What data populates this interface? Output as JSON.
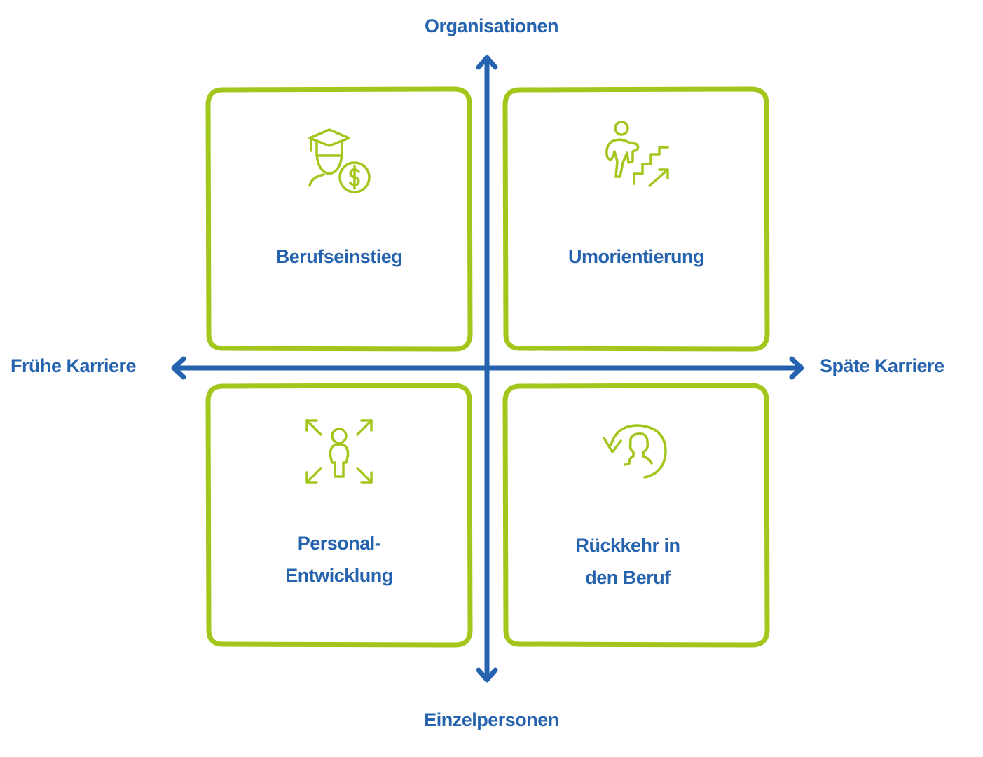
{
  "colors": {
    "axis": "#2563ae",
    "box": "#a3c61c",
    "text": "#2563ae",
    "icon": "#a3c61c"
  },
  "axes": {
    "top": "Organisationen",
    "bottom": "Einzelpersonen",
    "left": "Frühe Karriere",
    "right": "Späte Karriere"
  },
  "quadrants": [
    {
      "id": "top-left",
      "label": "Berufseinstieg",
      "icon": "graduate-money-icon"
    },
    {
      "id": "top-right",
      "label": "Umorientierung",
      "icon": "person-climbing-stairs-icon"
    },
    {
      "id": "bottom-left",
      "label_lines": [
        "Personal-",
        "Entwicklung"
      ],
      "icon": "person-expand-arrows-icon"
    },
    {
      "id": "bottom-right",
      "label_lines": [
        "Rückkehr in",
        "den Beruf"
      ],
      "icon": "person-return-arrow-icon"
    }
  ]
}
